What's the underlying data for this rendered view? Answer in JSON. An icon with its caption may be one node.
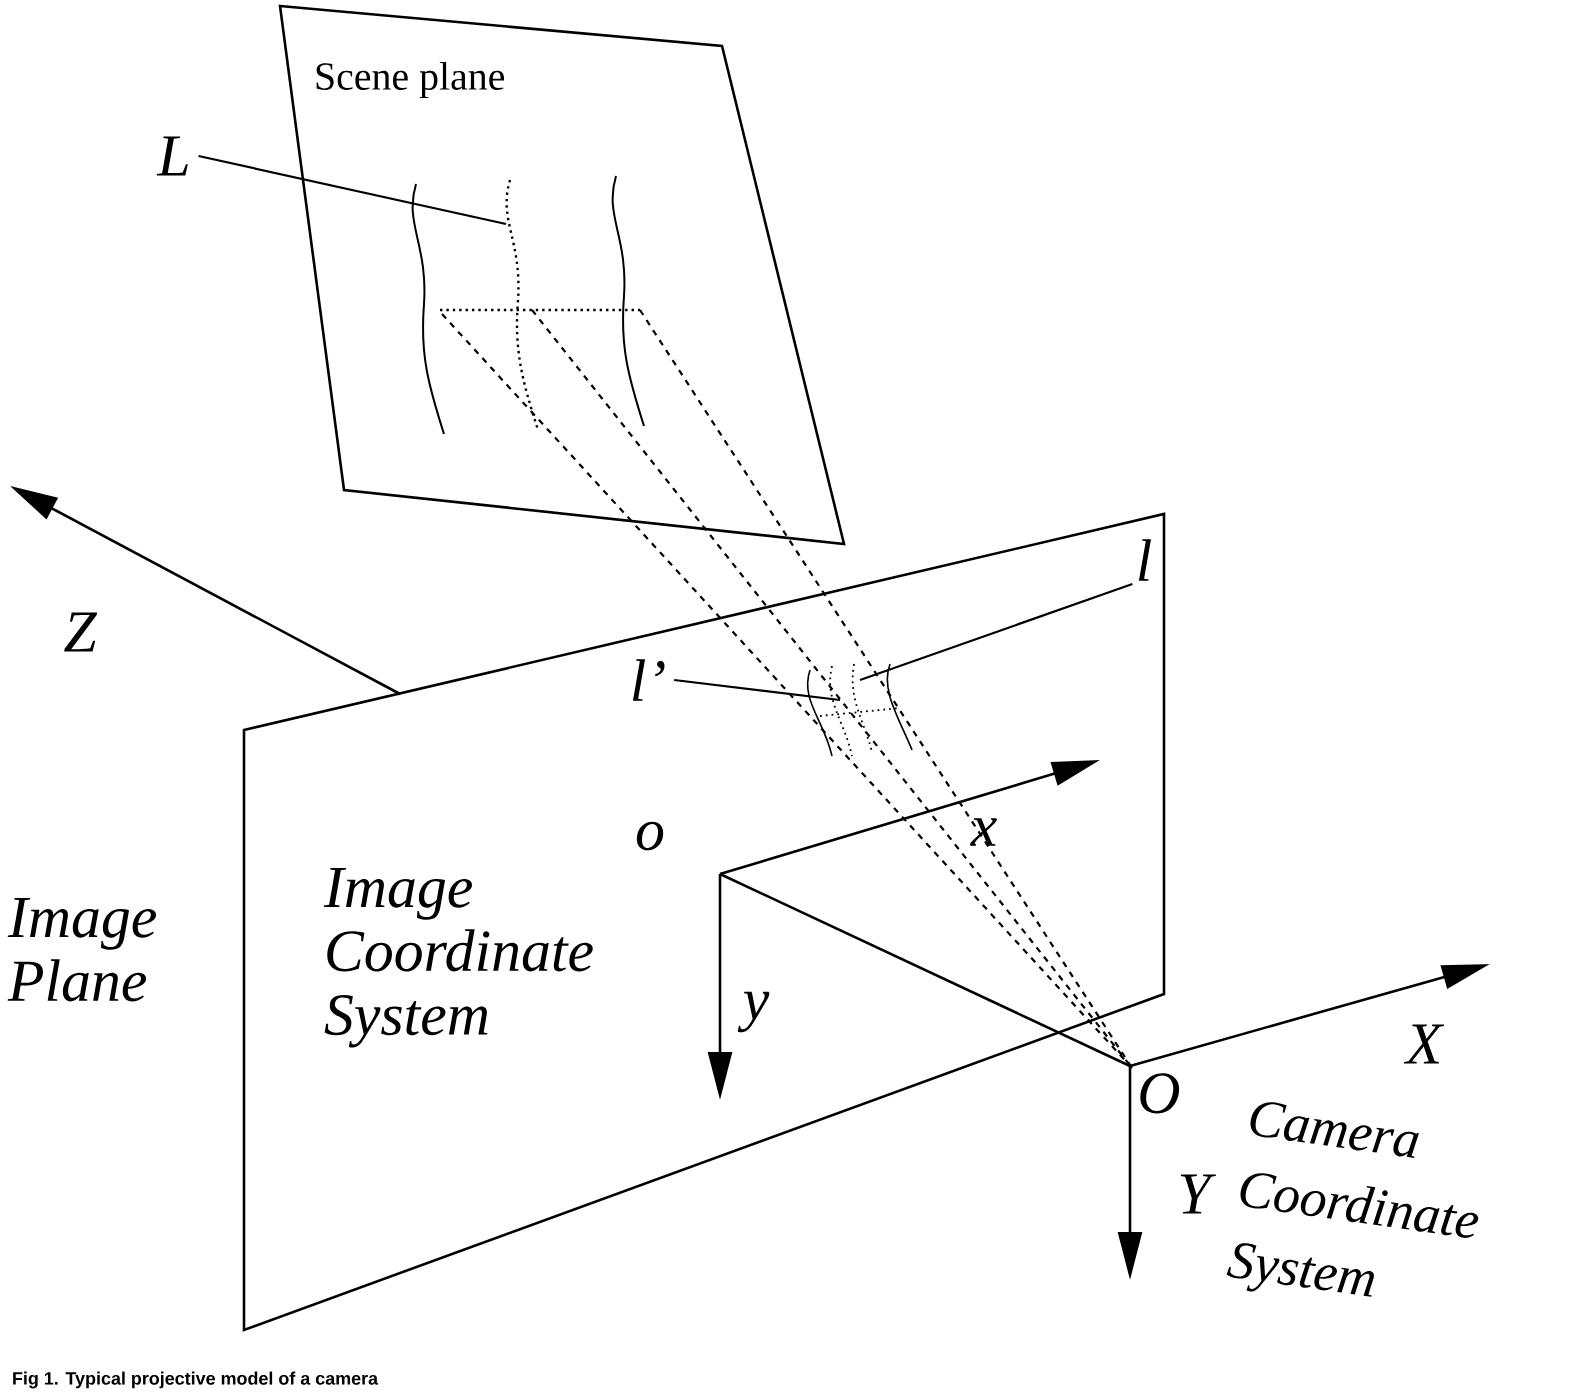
{
  "diagram": {
    "caption": "Fig 1. Typical projective model of a camera",
    "nodes": [
      {
        "text": [
          "Scene plane"
        ]
      },
      {
        "text": [
          "Image Plane",
          "Image Coordinate System"
        ]
      },
      {
        "text": [
          "L"
        ]
      },
      {
        "text": [
          "l"
        ],
        "in": 1
      },
      {
        "text": [
          "l’"
        ],
        "in": 1
      },
      {
        "text": [
          "O"
        ]
      }
    ],
    "edges": [
      {
        "from": 2,
        "to": 0,
        "arrow": "none"
      },
      {
        "from": 3,
        "to": 1,
        "arrow": "none"
      },
      {
        "from": 4,
        "to": 1,
        "arrow": "none"
      },
      {
        "from": 0,
        "to": 5,
        "arrow": "none",
        "style": "dashed"
      },
      {
        "from": 0,
        "to": 5,
        "arrow": "none",
        "style": "dashed"
      },
      {
        "from": 0,
        "to": 5,
        "arrow": "none",
        "style": "dashed"
      }
    ],
    "labels": [
      "Z",
      "o",
      "x",
      "y",
      "X",
      "Y",
      "Camera Coordinate System"
    ]
  }
}
